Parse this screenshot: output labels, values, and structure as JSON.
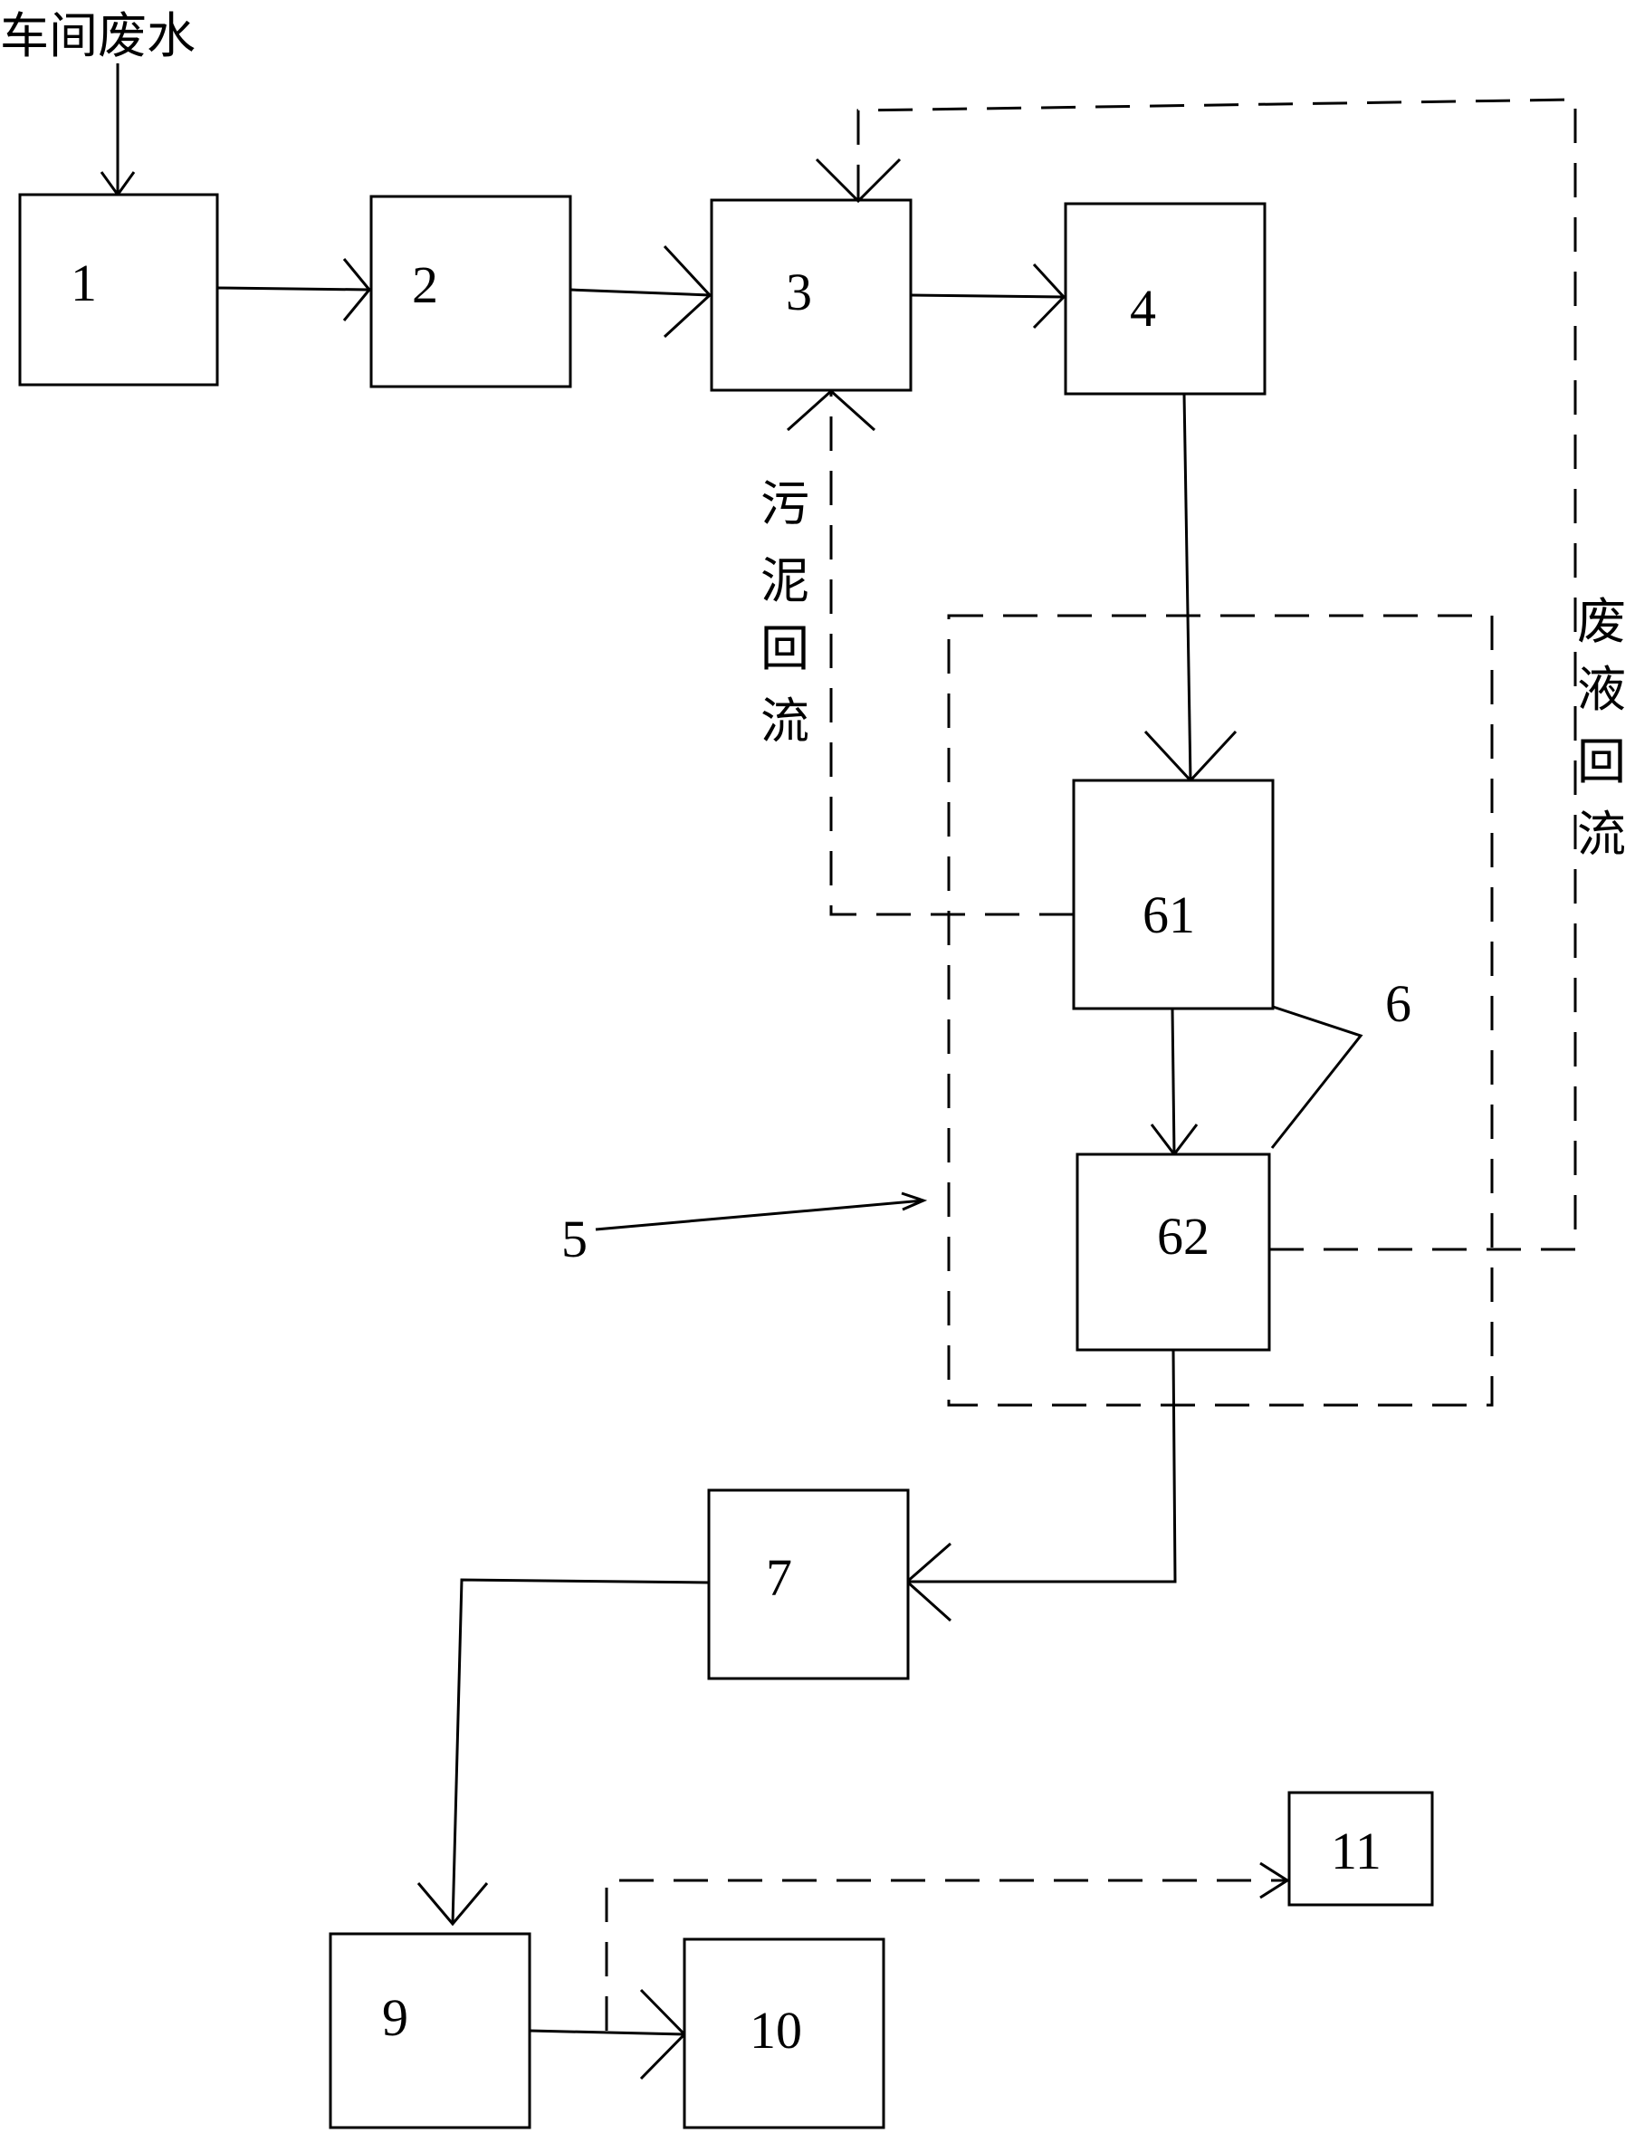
{
  "labels": {
    "inlet": "车间废水",
    "sludge_return": [
      "污",
      "泥",
      "回",
      "流"
    ],
    "liquid_return": [
      "废",
      "液",
      "回",
      "流"
    ],
    "ref_5": "5",
    "ref_6": "6"
  },
  "boxes": {
    "b1": "1",
    "b2": "2",
    "b3": "3",
    "b4": "4",
    "b61": "61",
    "b62": "62",
    "b7": "7",
    "b9": "9",
    "b10": "10",
    "b11": "11"
  }
}
